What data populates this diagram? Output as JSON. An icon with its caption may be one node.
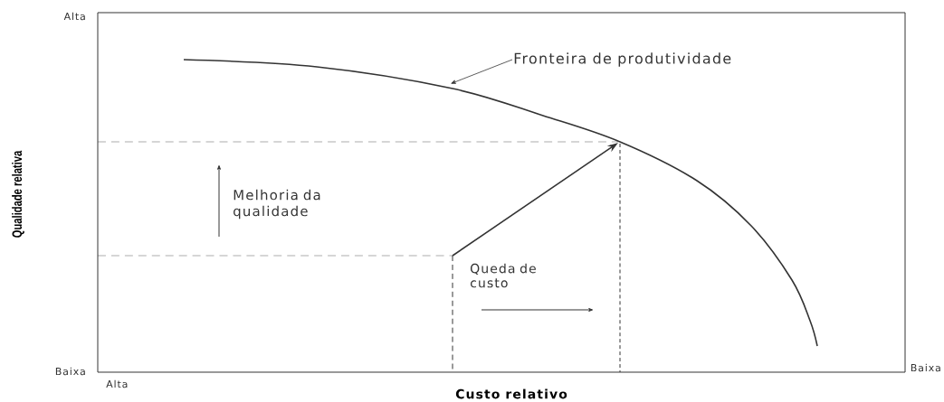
{
  "diagram": {
    "nodes": [
      {
        "text": [
          "Fronteira de produtividade"
        ]
      },
      {
        "text": [],
        "shape": "curve"
      }
    ],
    "edges": [
      {
        "from": 0,
        "to": 1,
        "arrow": "to"
      }
    ],
    "labels": [
      "Alta",
      "Melhoria da qualidade",
      "Qualidade relativa",
      "Queda de custo",
      "Baixa",
      "Alta",
      "Baixa",
      "Custo relativo"
    ]
  }
}
